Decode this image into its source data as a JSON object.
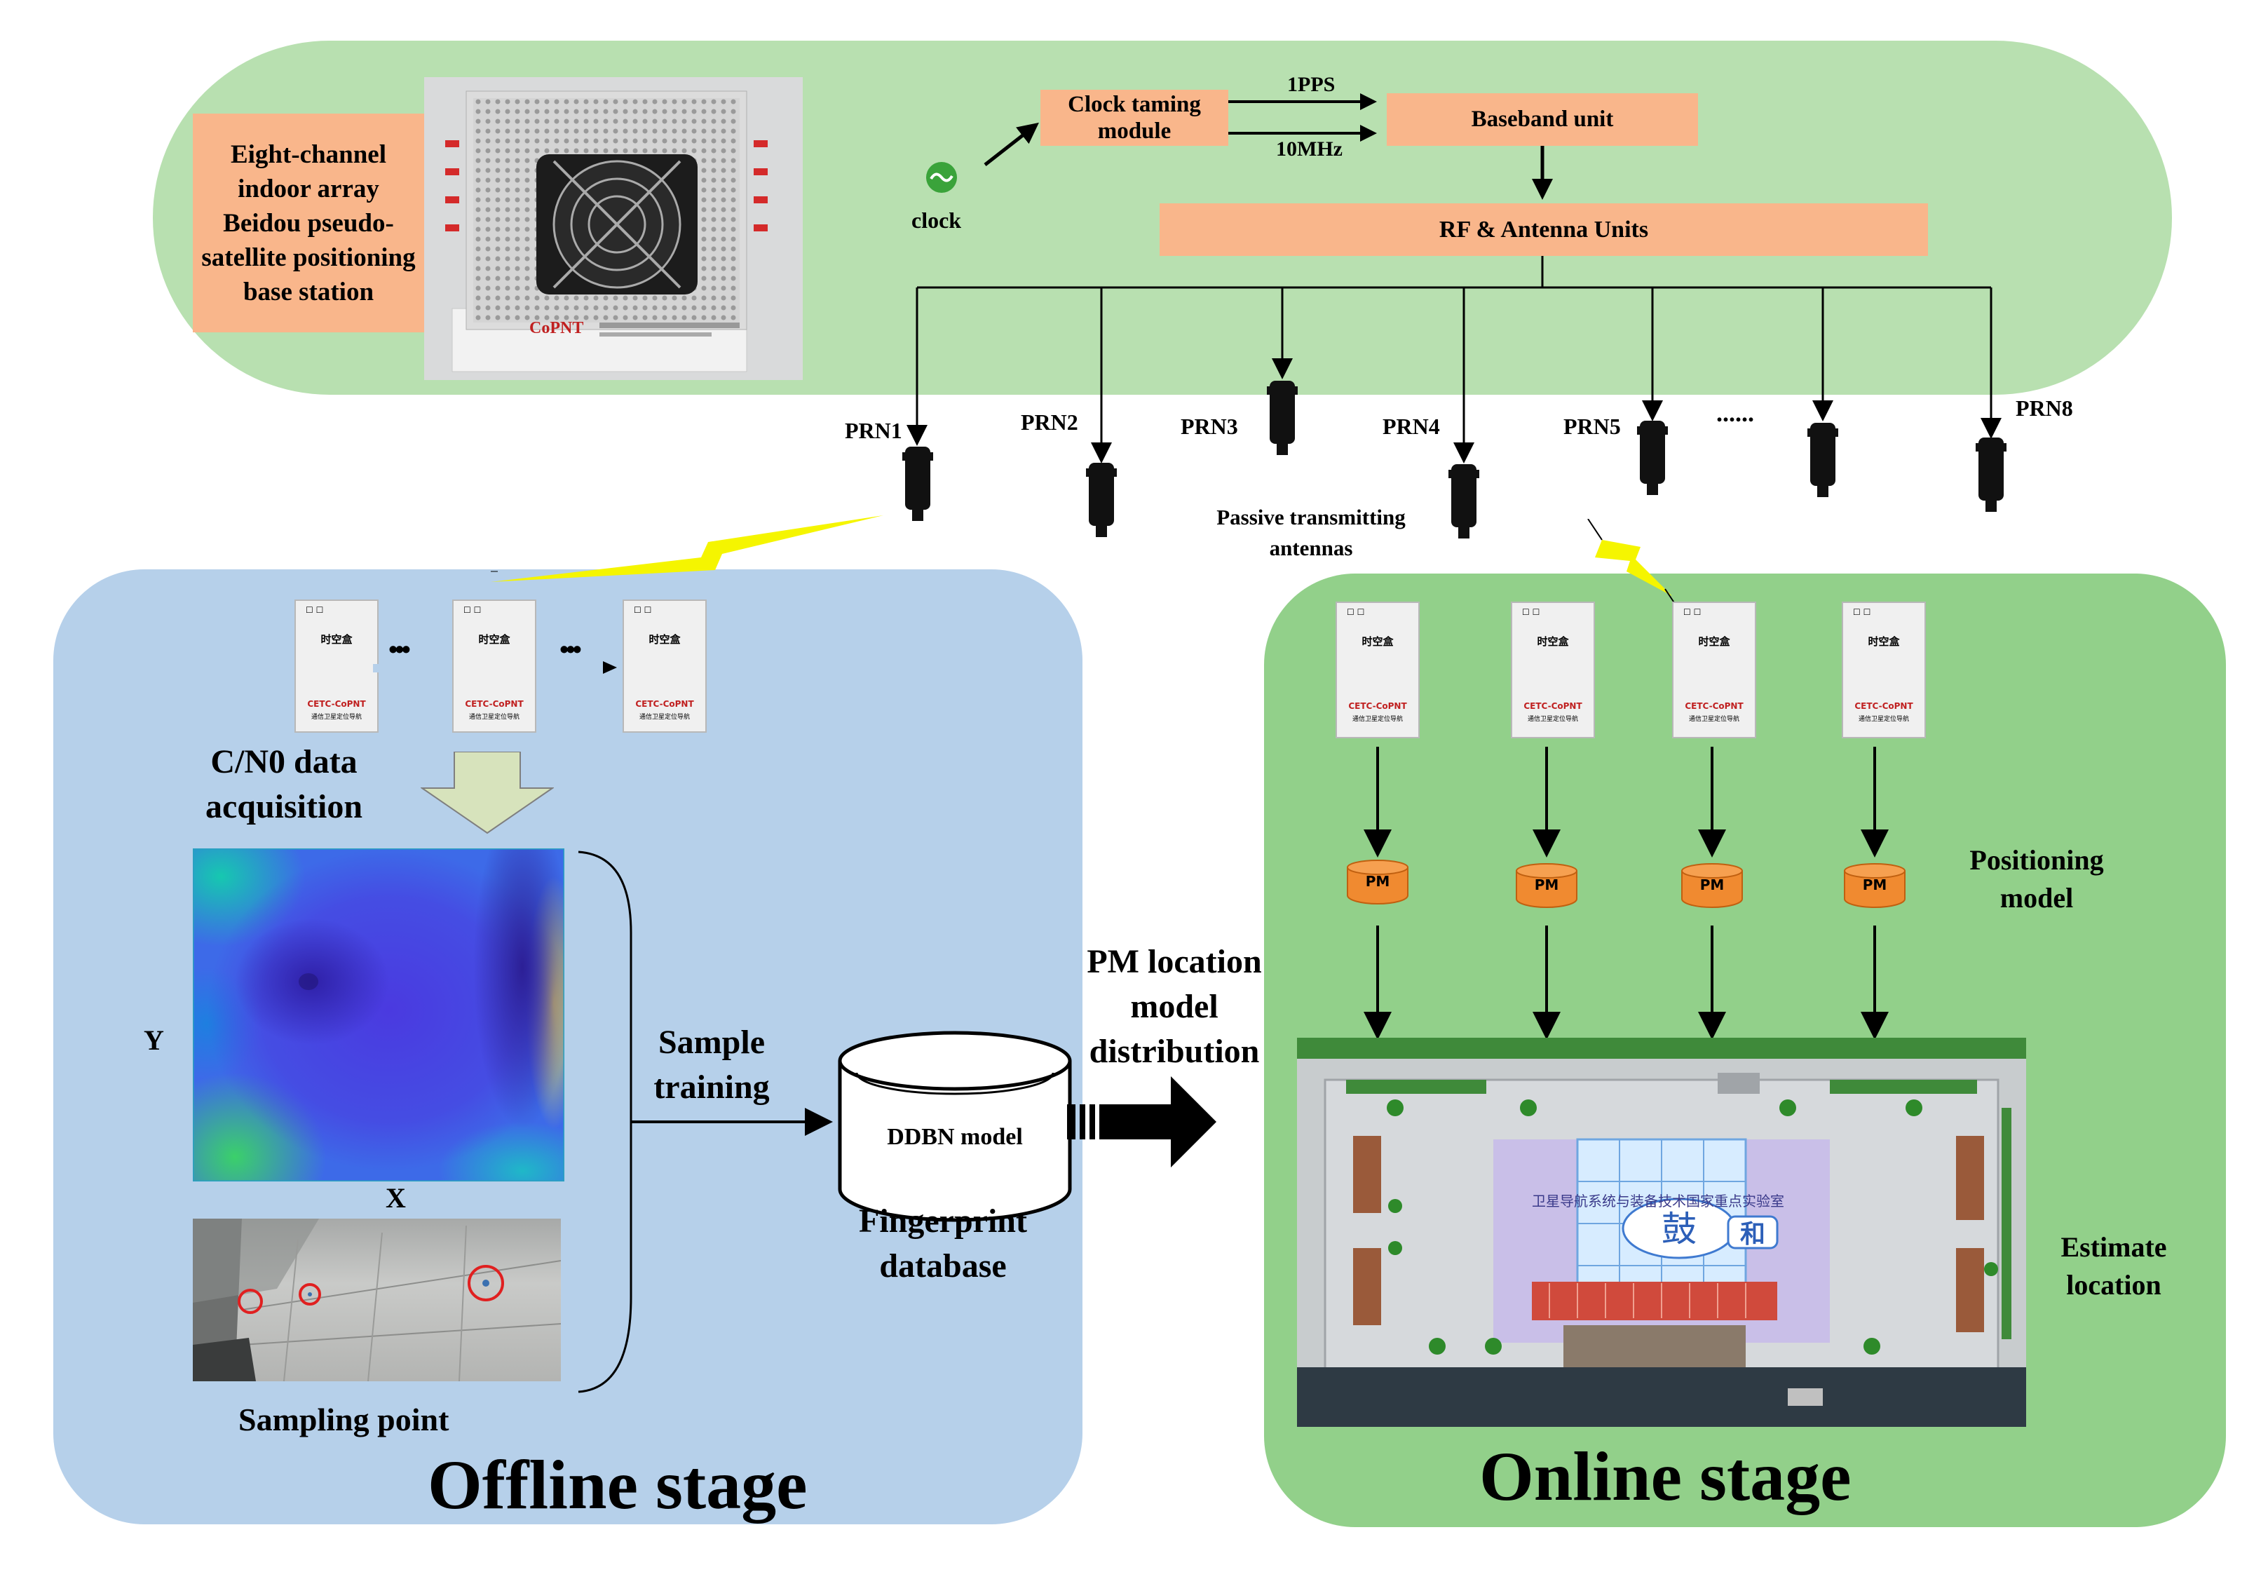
{
  "top": {
    "base_station_label": "Eight-channel indoor array Beidou pseudo-satellite positioning base station",
    "device_brand": "CoPNT",
    "clock_label": "clock",
    "clock_module": "Clock taming module",
    "signal_1pps": "1PPS",
    "signal_10mhz": "10MHz",
    "baseband": "Baseband unit",
    "rf_units": "RF & Antenna Units",
    "antennas": [
      "PRN1",
      "PRN2",
      "PRN3",
      "PRN4",
      "PRN5",
      "PRN8"
    ],
    "ellipsis": "......",
    "passive_label": "Passive transmitting antennas"
  },
  "offline": {
    "stage_title": "Offline stage",
    "receiver_title": "时空盒",
    "receiver_brand": "CETC-CoPNT",
    "receiver_sub": "通信卫星定位导航",
    "receiver_top": "☐ ☐",
    "dots": "•••",
    "cn0_label": "C/N0 data acquisition",
    "axis_y": "Y",
    "axis_x": "X",
    "sampling_label": "Sampling point",
    "sample_training": "Sample training",
    "db_model": "DDBN model",
    "db_label": "Fingerprint database"
  },
  "distribution": "PM location model distribution",
  "online": {
    "stage_title": "Online stage",
    "pm_label": "PM",
    "positioning_model": "Positioning model",
    "estimate_location": "Estimate location",
    "map_banner": "卫星导航系统与装备技术国家重点实验室",
    "map_char1": "鼓",
    "map_char2": "和"
  },
  "colors": {
    "top_bg": "#b8e0b0",
    "offline_bg": "#b6d0ea",
    "online_bg": "#92d08a",
    "orange_box": "#f9b68b",
    "lightning": "#f5f500"
  }
}
